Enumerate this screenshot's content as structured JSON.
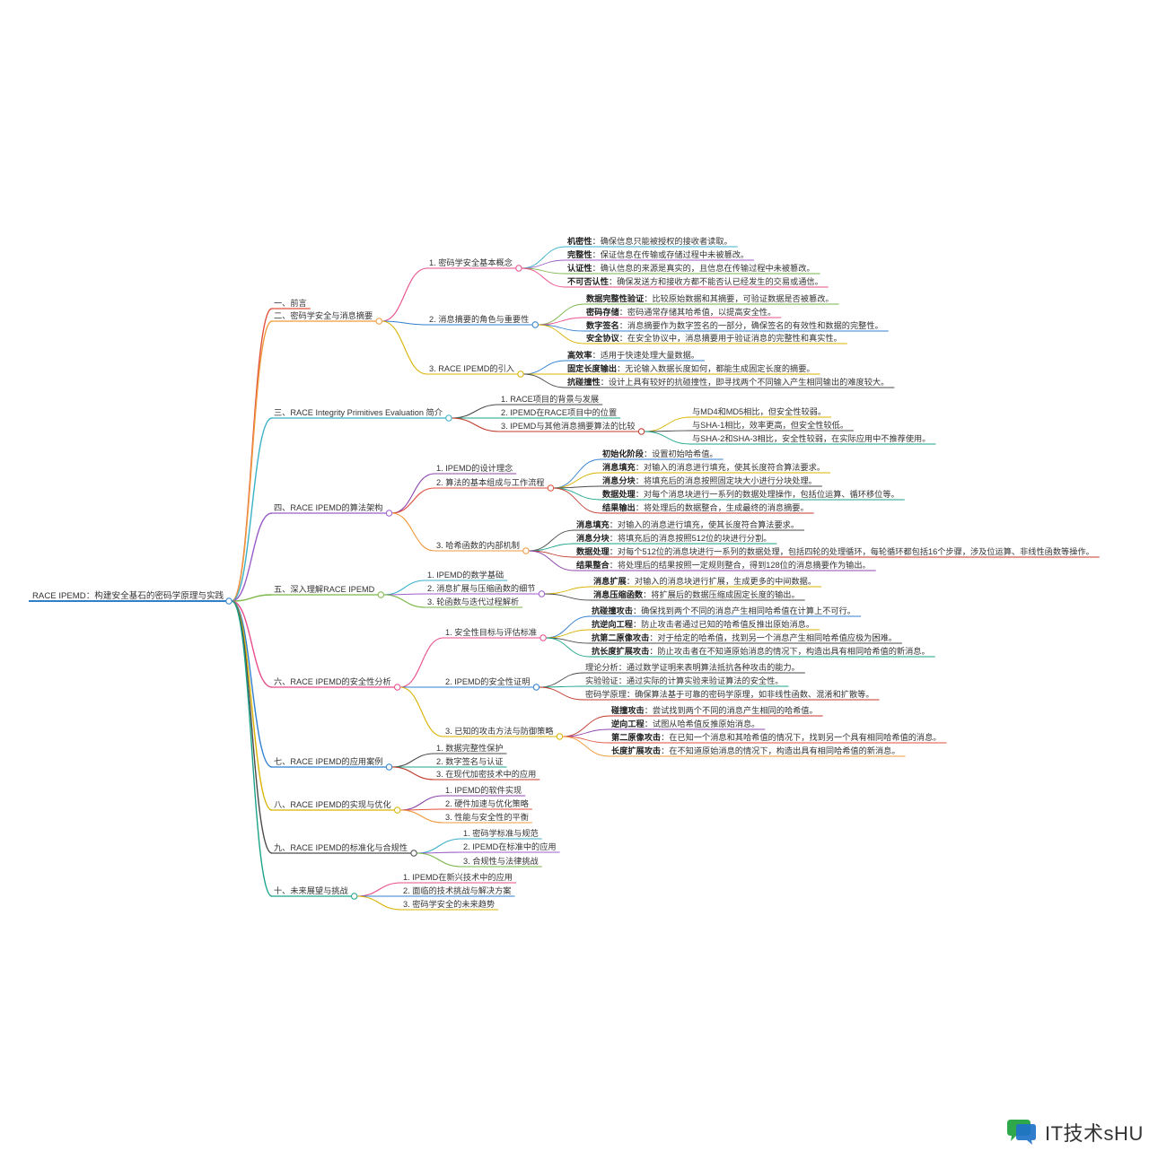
{
  "root": "RACE IPEMD：构建安全基石的密码学原理与实践",
  "colors": [
    "#e0503c",
    "#f09a3c",
    "#3cb1c8",
    "#9b5ec8",
    "#7ab648",
    "#e84c8b",
    "#2f7fcf",
    "#d9b300",
    "#4a4a4a",
    "#1aa38a",
    "#c0392b",
    "#8e44ad"
  ],
  "sections": [
    {
      "label": "一、前言",
      "children": []
    },
    {
      "label": "二、密码学安全与消息摘要",
      "children": [
        {
          "label": "1. 密码学安全基本概念",
          "children": [
            {
              "bold": "机密性",
              "text": "：确保信息只能被授权的接收者读取。"
            },
            {
              "bold": "完整性",
              "text": "：保证信息在传输或存储过程中未被篡改。"
            },
            {
              "bold": "认证性",
              "text": "：确认信息的来源是真实的，且信息在传输过程中未被篡改。"
            },
            {
              "bold": "不可否认性",
              "text": "：确保发送方和接收方都不能否认已经发生的交易或通信。"
            }
          ]
        },
        {
          "label": "2. 消息摘要的角色与重要性",
          "children": [
            {
              "bold": "数据完整性验证",
              "text": "：比较原始数据和其摘要，可验证数据是否被篡改。"
            },
            {
              "bold": "密码存储",
              "text": "：密码通常存储其哈希值，以提高安全性。"
            },
            {
              "bold": "数字签名",
              "text": "：消息摘要作为数字签名的一部分，确保签名的有效性和数据的完整性。"
            },
            {
              "bold": "安全协议",
              "text": "：在安全协议中，消息摘要用于验证消息的完整性和真实性。"
            }
          ]
        },
        {
          "label": "3. RACE IPEMD的引入",
          "children": [
            {
              "bold": "高效率",
              "text": "：适用于快速处理大量数据。"
            },
            {
              "bold": "固定长度输出",
              "text": "：无论输入数据长度如何，都能生成固定长度的摘要。"
            },
            {
              "bold": "抗碰撞性",
              "text": "：设计上具有较好的抗碰撞性，即寻找两个不同输入产生相同输出的难度较大。"
            }
          ]
        }
      ]
    },
    {
      "label": "三、RACE Integrity Primitives Evaluation 简介",
      "children": [
        {
          "label": "1. RACE项目的背景与发展",
          "children": []
        },
        {
          "label": "2. IPEMD在RACE项目中的位置",
          "children": []
        },
        {
          "label": "3. IPEMD与其他消息摘要算法的比较",
          "children": [
            {
              "bold": "",
              "text": "与MD4和MD5相比，但安全性较弱。"
            },
            {
              "bold": "",
              "text": "与SHA-1相比，效率更高，但安全性较低。"
            },
            {
              "bold": "",
              "text": "与SHA-2和SHA-3相比，安全性较弱，在实际应用中不推荐使用。"
            }
          ]
        }
      ]
    },
    {
      "label": "四、RACE IPEMD的算法架构",
      "children": [
        {
          "label": "1. IPEMD的设计理念",
          "children": []
        },
        {
          "label": "2. 算法的基本组成与工作流程",
          "children": [
            {
              "bold": "初始化阶段",
              "text": "：设置初始哈希值。"
            },
            {
              "bold": "消息填充",
              "text": "：对输入的消息进行填充，使其长度符合算法要求。"
            },
            {
              "bold": "消息分块",
              "text": "：将填充后的消息按照固定块大小进行分块处理。"
            },
            {
              "bold": "数据处理",
              "text": "：对每个消息块进行一系列的数据处理操作，包括位运算、循环移位等。"
            },
            {
              "bold": "结果输出",
              "text": "：将处理后的数据整合，生成最终的消息摘要。"
            }
          ]
        },
        {
          "label": "3. 哈希函数的内部机制",
          "children": [
            {
              "bold": "消息填充",
              "text": "：对输入的消息进行填充，使其长度符合算法要求。"
            },
            {
              "bold": "消息分块",
              "text": "：将填充后的消息按照512位的块进行分割。"
            },
            {
              "bold": "数据处理",
              "text": "：对每个512位的消息块进行一系列的数据处理，包括四轮的处理循环，每轮循环都包括16个步骤，涉及位运算、非线性函数等操作。"
            },
            {
              "bold": "结果整合",
              "text": "：将处理后的结果按照一定规则整合，得到128位的消息摘要作为输出。"
            }
          ]
        }
      ]
    },
    {
      "label": "五、深入理解RACE IPEMD",
      "children": [
        {
          "label": "1. IPEMD的数学基础",
          "children": []
        },
        {
          "label": "2. 消息扩展与压缩函数的细节",
          "children": [
            {
              "bold": "消息扩展",
              "text": "：对输入的消息块进行扩展，生成更多的中间数据。"
            },
            {
              "bold": "消息压缩函数",
              "text": "：将扩展后的数据压缩成固定长度的输出。"
            }
          ]
        },
        {
          "label": "3. 轮函数与迭代过程解析",
          "children": []
        }
      ]
    },
    {
      "label": "六、RACE IPEMD的安全性分析",
      "children": [
        {
          "label": "1. 安全性目标与评估标准",
          "children": [
            {
              "bold": "抗碰撞攻击",
              "text": "：确保找到两个不同的消息产生相同哈希值在计算上不可行。"
            },
            {
              "bold": "抗逆向工程",
              "text": "：防止攻击者通过已知的哈希值反推出原始消息。"
            },
            {
              "bold": "抗第二原像攻击",
              "text": "：对于给定的哈希值，找到另一个消息产生相同哈希值应极为困难。"
            },
            {
              "bold": "抗长度扩展攻击",
              "text": "：防止攻击者在不知道原始消息的情况下，构造出具有相同哈希值的新消息。"
            }
          ]
        },
        {
          "label": "2. IPEMD的安全性证明",
          "children": [
            {
              "bold": "",
              "text": "理论分析：通过数学证明来表明算法抵抗各种攻击的能力。"
            },
            {
              "bold": "",
              "text": "实验验证：通过实际的计算实验来验证算法的安全性。"
            },
            {
              "bold": "",
              "text": "密码学原理：确保算法基于可靠的密码学原理，如非线性函数、混淆和扩散等。"
            }
          ]
        },
        {
          "label": "3. 已知的攻击方法与防御策略",
          "children": [
            {
              "bold": "碰撞攻击",
              "text": "：尝试找到两个不同的消息产生相同的哈希值。"
            },
            {
              "bold": "逆向工程",
              "text": "：试图从哈希值反推原始消息。"
            },
            {
              "bold": "第二原像攻击",
              "text": "：在已知一个消息和其哈希值的情况下，找到另一个具有相同哈希值的消息。"
            },
            {
              "bold": "长度扩展攻击",
              "text": "：在不知道原始消息的情况下，构造出具有相同哈希值的新消息。"
            }
          ]
        }
      ]
    },
    {
      "label": "七、RACE IPEMD的应用案例",
      "children": [
        {
          "label": "1. 数据完整性保护",
          "children": []
        },
        {
          "label": "2. 数字签名与认证",
          "children": []
        },
        {
          "label": "3. 在现代加密技术中的应用",
          "children": []
        }
      ]
    },
    {
      "label": "八、RACE IPEMD的实现与优化",
      "children": [
        {
          "label": "1. IPEMD的软件实现",
          "children": []
        },
        {
          "label": "2. 硬件加速与优化策略",
          "children": []
        },
        {
          "label": "3. 性能与安全性的平衡",
          "children": []
        }
      ]
    },
    {
      "label": "九、RACE IPEMD的标准化与合规性",
      "children": [
        {
          "label": "1. 密码学标准与规范",
          "children": []
        },
        {
          "label": "2. IPEMD在标准中的应用",
          "children": []
        },
        {
          "label": "3. 合规性与法律挑战",
          "children": []
        }
      ]
    },
    {
      "label": "十、未来展望与挑战",
      "children": [
        {
          "label": "1. IPEMD在新兴技术中的应用",
          "children": []
        },
        {
          "label": "2. 面临的技术挑战与解决方案",
          "children": []
        },
        {
          "label": "3. 密码学安全的未来趋势",
          "children": []
        }
      ]
    }
  ],
  "watermark": {
    "text": "IT技术sHU",
    "icon": "chat-bubble-logo-icon"
  }
}
